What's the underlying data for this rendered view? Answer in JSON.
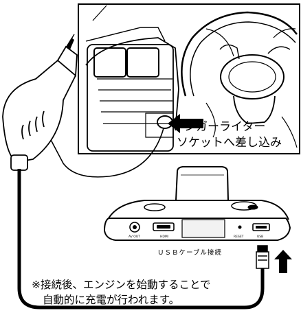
{
  "labels": {
    "cigarette_socket_line1": "シガーライター",
    "cigarette_socket_line2": "ソケットへ差し込み",
    "usb_cable_connection": "ＵＳＢケーブル接続",
    "note_line1": "※接続後、エンジンを始動することで",
    "note_line2": "自動的に充電が行われます。"
  },
  "ports": {
    "av_out": "AV OUT",
    "hdmi": "HDMI",
    "reset": "RESET",
    "usb": "USB"
  },
  "colors": {
    "line": "#000000",
    "background": "#ffffff"
  },
  "icons": {
    "insert_arrow": "arrow-right-icon",
    "connect_arrow": "arrow-up-icon"
  }
}
